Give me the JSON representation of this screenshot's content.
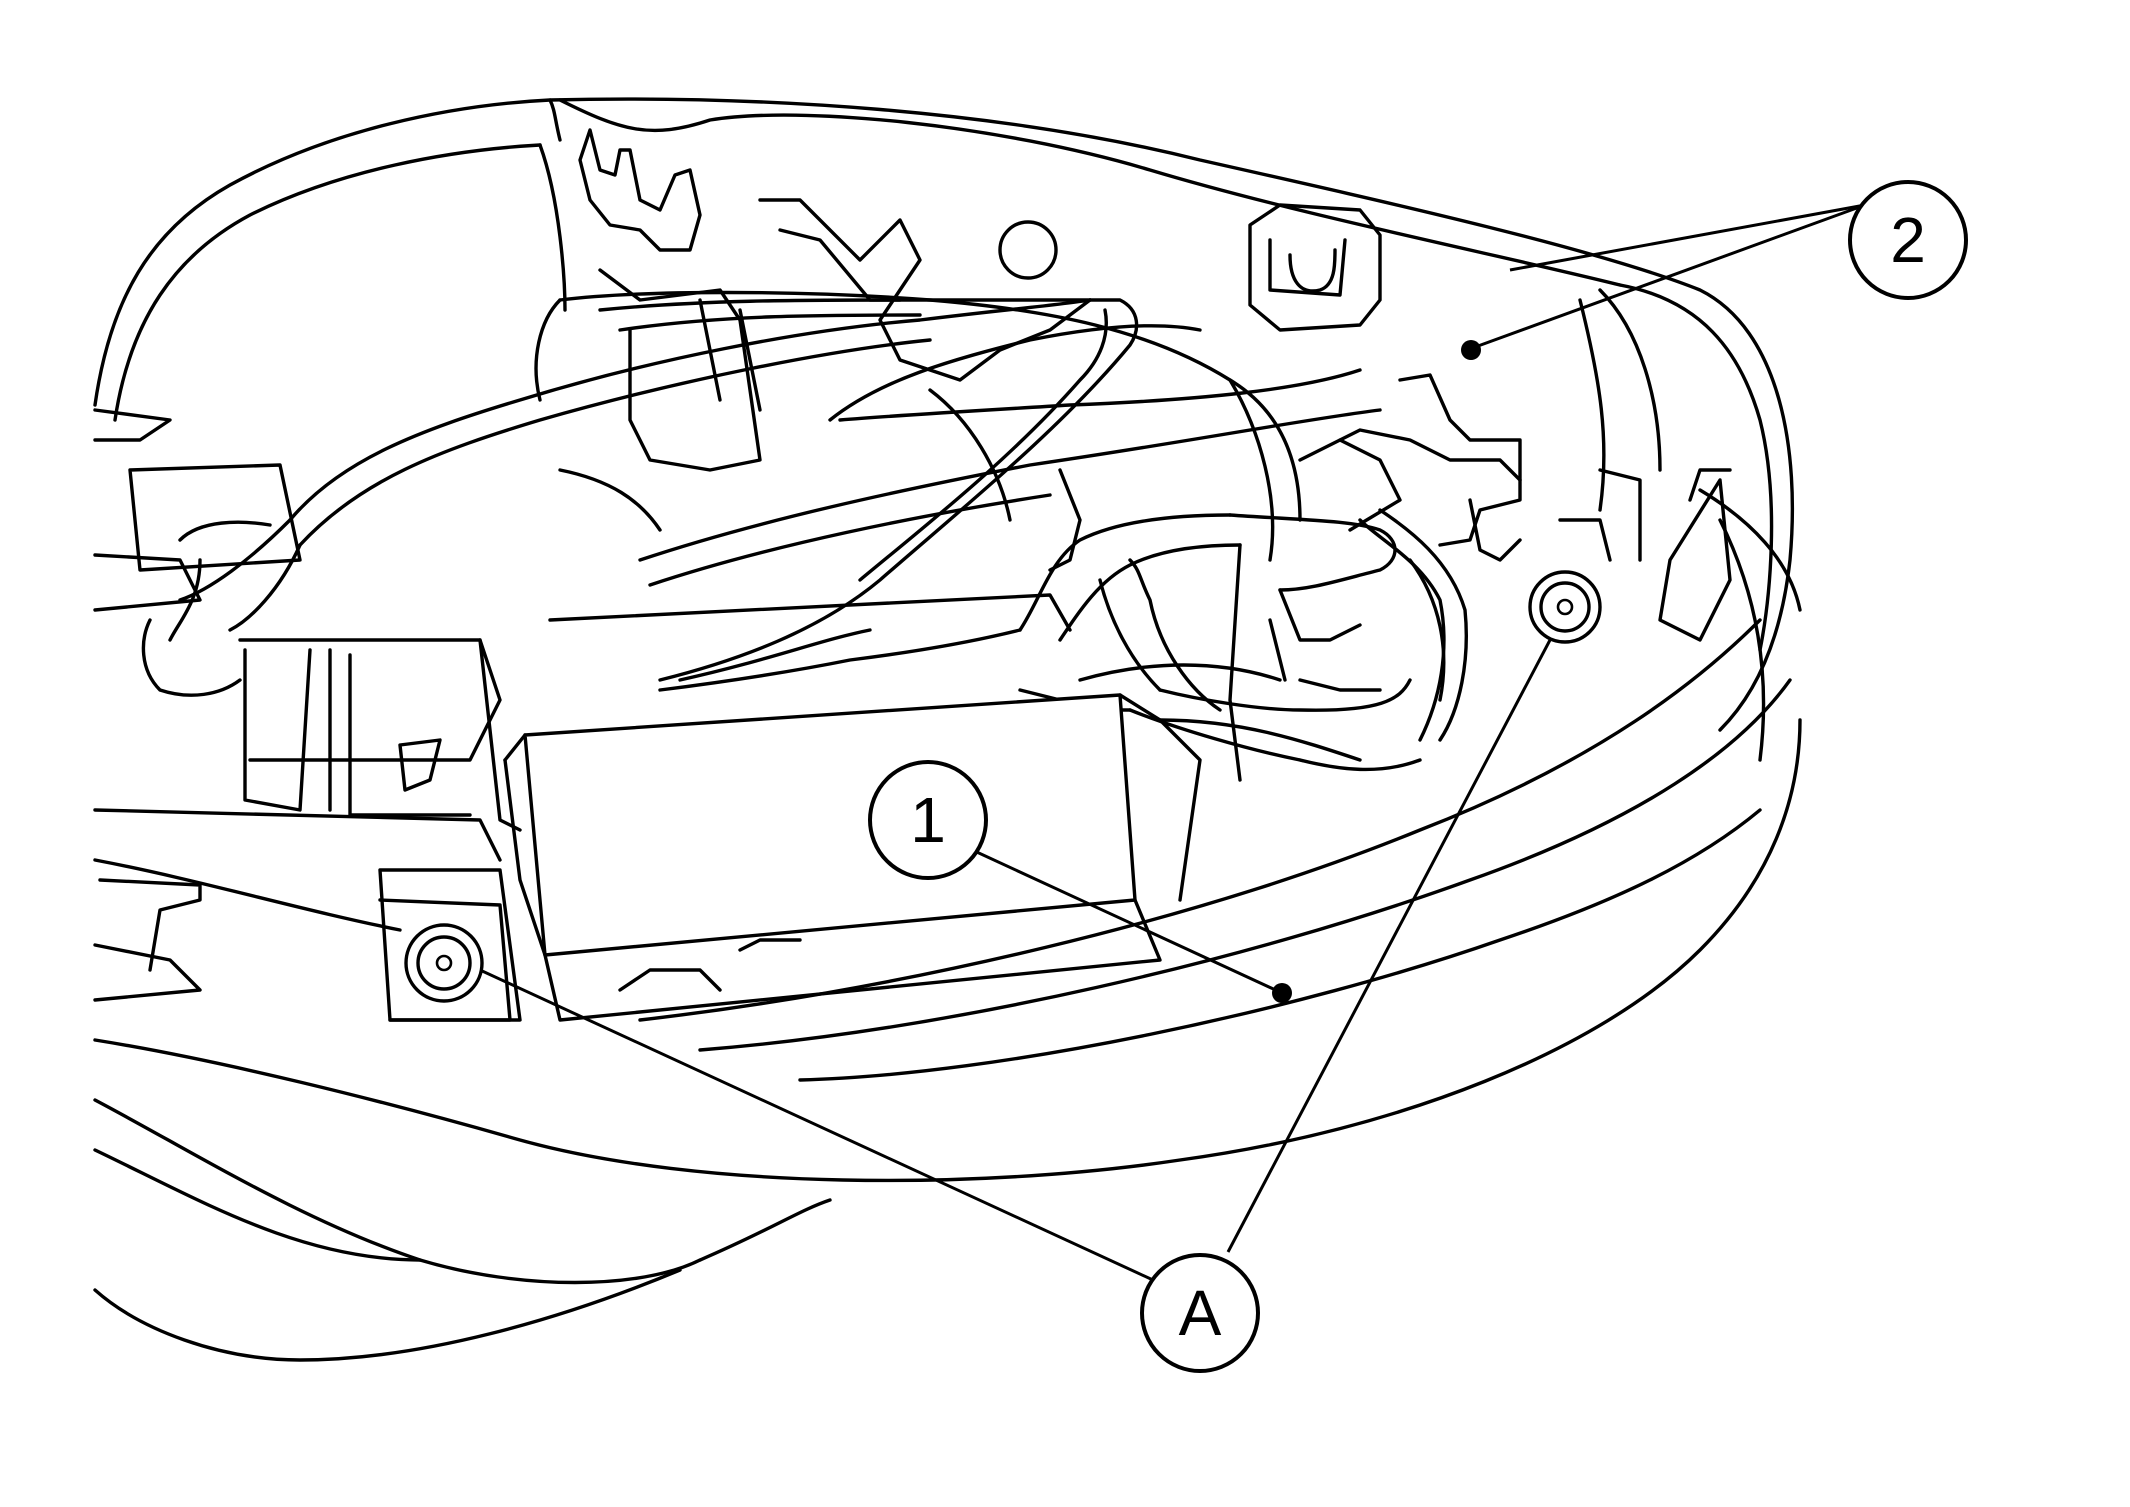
{
  "callouts": {
    "item_1": "1",
    "item_2": "2",
    "fastener_a": "A"
  },
  "colors": {
    "line": "#000000",
    "background": "#ffffff"
  }
}
